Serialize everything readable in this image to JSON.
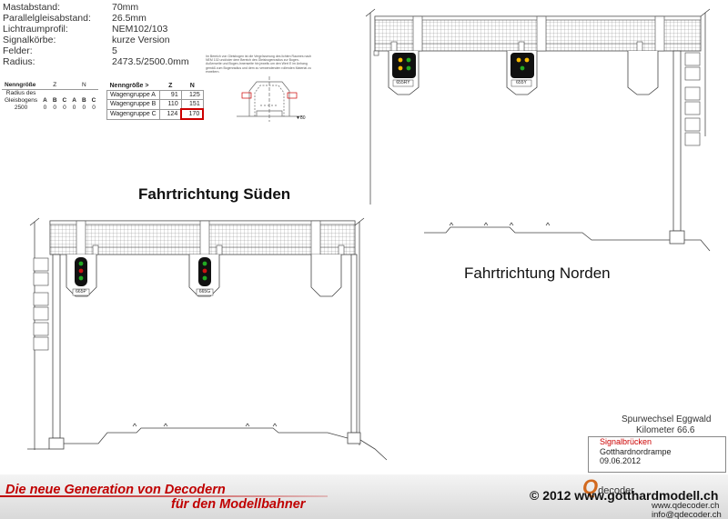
{
  "specs": {
    "labels": [
      "Mastabstand:",
      "Parallelgleisabstand:",
      "Lichtraumprofil:",
      "Signalkörbe:",
      "Felder:",
      "Radius:"
    ],
    "values": [
      "70mm",
      "26.5mm",
      "NEM102/103",
      "kurze Version",
      "5",
      "2473.5/2500.0mm"
    ]
  },
  "radius_table": {
    "header": [
      "Nenngröße",
      "Z",
      "N"
    ],
    "sub_header": [
      "A",
      "B",
      "C",
      "A",
      "B",
      "C"
    ],
    "row_label": [
      "Radius des",
      "Gleisbogens",
      "2500"
    ],
    "values": [
      "0",
      "0",
      "0",
      "0",
      "0",
      "0"
    ]
  },
  "wagon_table": {
    "header": [
      "Nenngröße >",
      "Z",
      "N"
    ],
    "rows": [
      {
        "name": "Wagengruppe A",
        "z": "91",
        "n": "125"
      },
      {
        "name": "Wagengruppe B",
        "z": "110",
        "n": "151"
      },
      {
        "name": "Wagengruppe C",
        "z": "124",
        "n": "170"
      }
    ],
    "highlight_color": "#cc0000"
  },
  "profile_note": "Im Bereich von Gleisbogen ist die Vergrösserung des lichten Raumes nach NEM 102 und/oder dem Bereich des Gleisbogenradius zur Bogen-Außenseite und Bogen-Innenseite hin jeweils um den Wert E im Anhang gemäß zum Bogenradius und dem zu verwendenden rollenden Material zu erweitern.",
  "profile_marker": "▼80",
  "directions": {
    "south": "Fahrtrichtung Süden",
    "north": "Fahrtrichtung Norden"
  },
  "signal_plates": {
    "top_left": "655RY",
    "top_right": "655Y",
    "bottom_left": "665P",
    "bottom_right": "665G"
  },
  "location": {
    "line1": "Spurwechsel Eggwald",
    "line2": "Kilometer 66.6"
  },
  "title_block": {
    "category": "Signalbrücken",
    "name": "Gotthardnordrampe",
    "date": "09.06.2012"
  },
  "footer": {
    "slogan_line1": "Die neue Generation von Decodern",
    "slogan_line2": "für den Modellbahner",
    "copyright": "© 2012 www.gotthardmodell.ch",
    "website": "www.qdecoder.ch",
    "email": "info@qdecoder.ch",
    "logo_text": "decoder"
  },
  "colors": {
    "signal_yellow": "#f4b800",
    "signal_green": "#22aa22",
    "signal_red": "#cc1111",
    "slogan_red": "#c00000"
  }
}
